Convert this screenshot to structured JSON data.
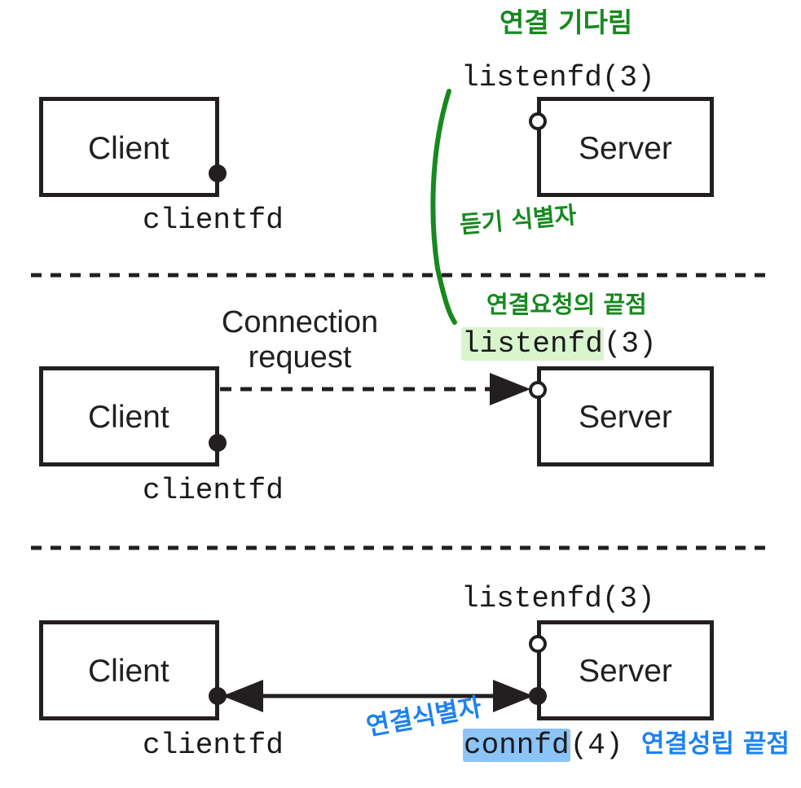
{
  "diagram": {
    "title": "Client-Server connection establishment with listenfd and connfd",
    "colors": {
      "stroke": "#231f20",
      "annotation_green": "#17891f",
      "annotation_blue": "#1e82f0",
      "highlight_green": "#d8f5cd",
      "highlight_blue": "#8cc4f7"
    }
  },
  "stage1": {
    "client_label": "Client",
    "clientfd_label": "clientfd",
    "server_label": "Server",
    "listenfd_label": "listenfd(3)",
    "note_top": "연결 기다림",
    "note_curve": "듣기 식별자"
  },
  "stage2": {
    "client_label": "Client",
    "clientfd_label": "clientfd",
    "server_label": "Server",
    "listenfd_highlight": "listenfd",
    "listenfd_suffix": "(3)",
    "connection_request_line1": "Connection",
    "connection_request_line2": "request",
    "note_endpoint": "연결요청의 끝점"
  },
  "stage3": {
    "client_label": "Client",
    "clientfd_label": "clientfd",
    "server_label": "Server",
    "listenfd_label": "listenfd(3)",
    "connfd_highlight": "connfd",
    "connfd_suffix": "(4)",
    "note_identifier": "연결식별자",
    "note_established": "연결성립 끝점"
  }
}
